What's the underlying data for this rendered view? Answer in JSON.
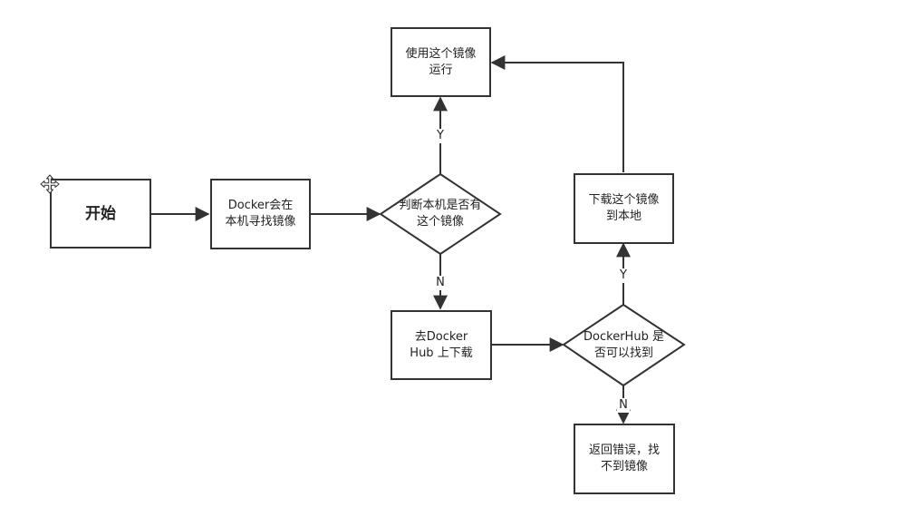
{
  "nodes": {
    "start": {
      "text": "开始"
    },
    "local_search": {
      "line1": "Docker会在",
      "line2": "本机寻找镜像"
    },
    "local_decision": {
      "line1": "判断本机是否有",
      "line2": "这个镜像"
    },
    "run_image": {
      "line1": "使用这个镜像",
      "line2": "运行"
    },
    "hub_download": {
      "line1": "去Docker",
      "line2": "Hub 上下载"
    },
    "hub_decision": {
      "line1": "DockerHub 是",
      "line2": "否可以找到"
    },
    "download_local": {
      "line1": "下载这个镜像",
      "line2": "到本地"
    },
    "error": {
      "line1": "返回错误，找",
      "line2": "不到镜像"
    }
  },
  "edge_labels": {
    "local_yes": "Y",
    "local_no": "N",
    "hub_yes": "Y",
    "hub_no": "N"
  },
  "colors": {
    "stroke": "#333333",
    "text": "#222222",
    "background": "#ffffff"
  },
  "icons": {
    "cursor": "move-cursor-icon"
  }
}
